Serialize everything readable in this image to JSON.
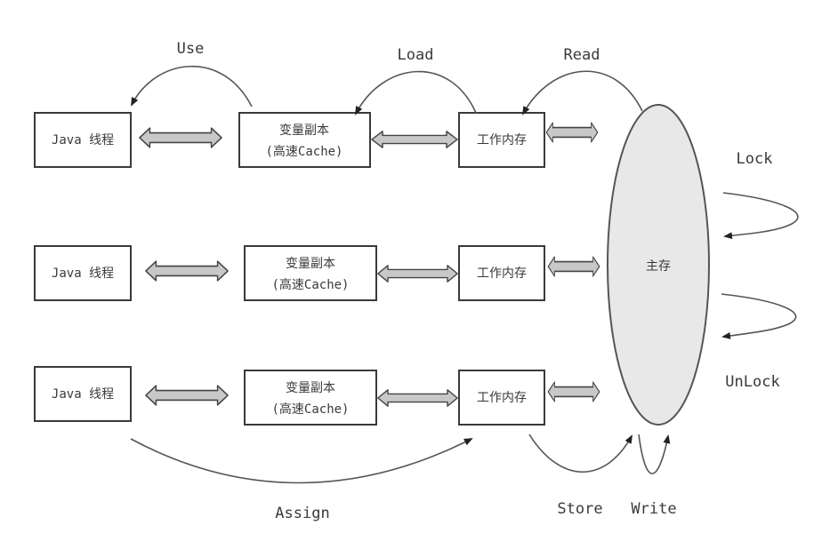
{
  "diagram": {
    "rows": [
      {
        "thread": {
          "label": "Java 线程"
        },
        "cache": {
          "line1": "变量副本",
          "line2": "(高速Cache)"
        },
        "working_memory": {
          "label": "工作内存"
        }
      },
      {
        "thread": {
          "label": "Java 线程"
        },
        "cache": {
          "line1": "变量副本",
          "line2": "(高速Cache)"
        },
        "working_memory": {
          "label": "工作内存"
        }
      },
      {
        "thread": {
          "label": "Java 线程"
        },
        "cache": {
          "line1": "变量副本",
          "line2": "(高速Cache)"
        },
        "working_memory": {
          "label": "工作内存"
        }
      }
    ],
    "main_memory": {
      "label": "主存"
    },
    "operations": {
      "use": "Use",
      "load": "Load",
      "read": "Read",
      "lock": "Lock",
      "unlock": "UnLock",
      "assign": "Assign",
      "store": "Store",
      "write": "Write"
    },
    "colors": {
      "main_memory_fill": "#e8e8e8",
      "arrow_fill": "#c8c8c8",
      "stroke": "#3a3a3a"
    }
  }
}
